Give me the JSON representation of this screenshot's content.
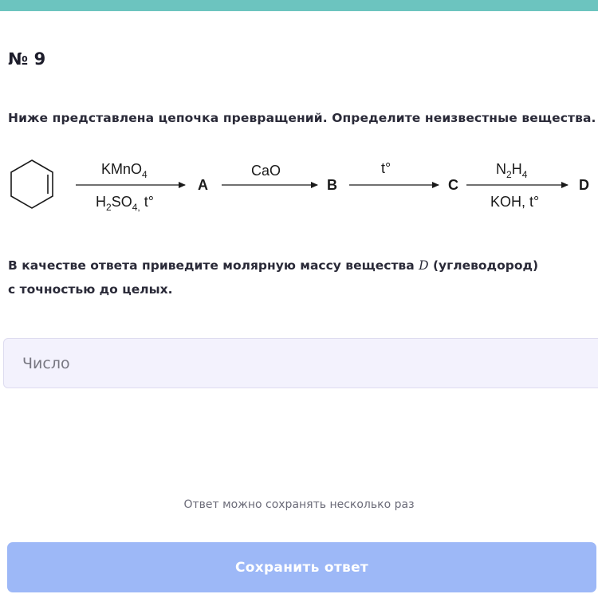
{
  "task": {
    "number": "№ 9",
    "text": "Ниже представлена цепочка превращений. Определите неизвестные вещества."
  },
  "scheme": {
    "start": "cyclohexene-structure",
    "steps": [
      {
        "reagent_top_main": "KMnO",
        "reagent_top_sub": "4",
        "reagent_bottom": "H₂SO₄, t°",
        "bottom_parts": [
          "H",
          "2",
          "SO",
          "4,",
          " t°"
        ],
        "product": "A"
      },
      {
        "reagent_top": "CaO",
        "product": "B"
      },
      {
        "reagent_top": "t°",
        "product": "C"
      },
      {
        "top_parts": [
          "N",
          "2",
          "H",
          "4"
        ],
        "reagent_bottom": "KOH, t°",
        "product": "D"
      }
    ]
  },
  "answer": {
    "line1_before": "В качестве ответа приведите молярную массу вещества",
    "variable": "D",
    "line1_after": "(углеводород)",
    "line2": "с точностью до целых."
  },
  "input": {
    "placeholder": "Число",
    "value": ""
  },
  "footer": {
    "note": "Ответ можно сохранять несколько раз",
    "save_label": "Сохранить ответ"
  },
  "colors": {
    "top_bar": "#6cc4bf",
    "input_bg": "#f3f2fd",
    "button_bg": "#9db8f7"
  }
}
